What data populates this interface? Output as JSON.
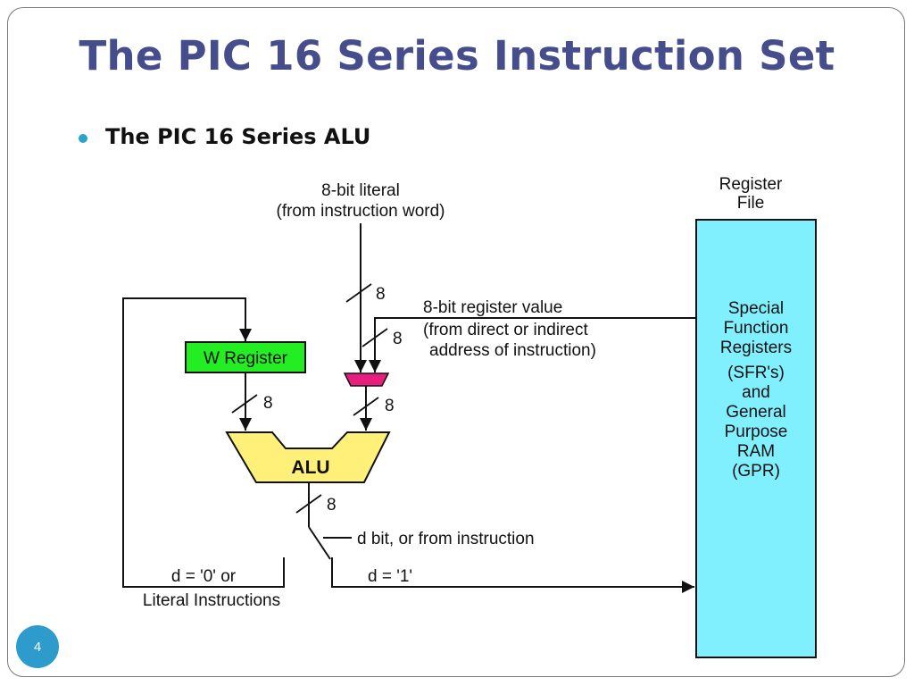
{
  "slide": {
    "title": "The PIC 16 Series Instruction Set",
    "bullet": "The PIC 16 Series ALU",
    "page_number": "4"
  },
  "diagram": {
    "literal_label_line1": "8-bit literal",
    "literal_label_line2": "(from instruction word)",
    "register_file_line1": "Register",
    "register_file_line2": "File",
    "register_value_line1": "8-bit register value",
    "register_value_line2": "(from direct or indirect",
    "register_value_line3": "address of instruction)",
    "w_register": "W Register",
    "alu": "ALU",
    "bus_width": "8",
    "d_bit_label": "d bit, or from instruction",
    "d0_line1": "d = '0' or",
    "d0_line2": "Literal Instructions",
    "d1_label": "d = '1'",
    "register_box_lines": [
      "Special",
      "Function",
      "Registers",
      "(SFR's)",
      "and",
      "General",
      "Purpose",
      "RAM",
      "(GPR)"
    ]
  },
  "colors": {
    "title": "#454d8c",
    "accent": "#29a3c9",
    "w_register_fill": "#22ee22",
    "alu_fill": "#fff07a",
    "mux_fill": "#e81e7f",
    "register_file_fill": "#80f0ff"
  }
}
